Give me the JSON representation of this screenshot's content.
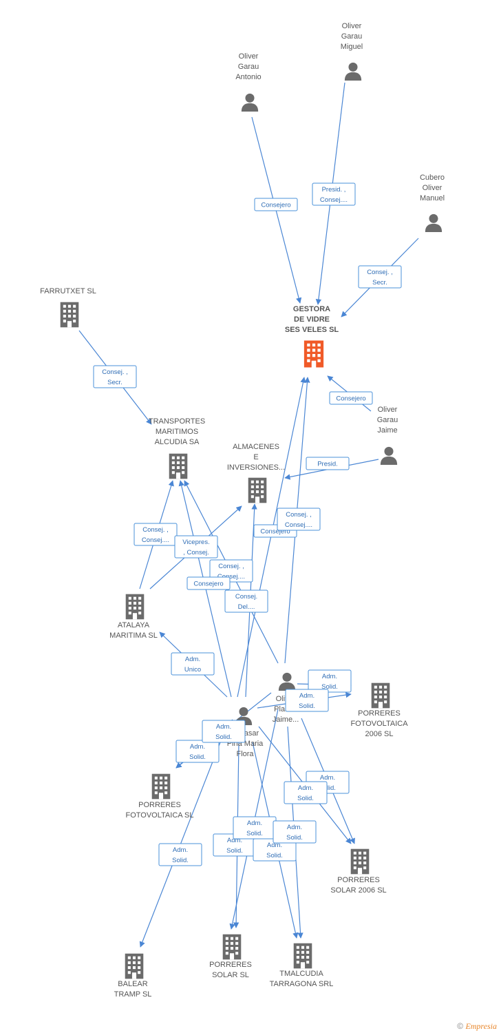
{
  "colors": {
    "edge": "#4a86d4",
    "node_gray": "#6b6b6b",
    "node_main": "#f05a28",
    "label": "#555555"
  },
  "nodes": [
    {
      "id": "gestora",
      "type": "company",
      "main": true,
      "lines": [
        "GESTORA",
        "DE VIDRE",
        "SES VELES SL"
      ]
    },
    {
      "id": "antonio",
      "type": "person",
      "lines": [
        "Oliver",
        "Garau",
        "Antonio"
      ]
    },
    {
      "id": "miguel",
      "type": "person",
      "lines": [
        "Oliver",
        "Garau",
        "Miguel"
      ]
    },
    {
      "id": "cubero",
      "type": "person",
      "lines": [
        "Cubero",
        "Oliver",
        "Manuel"
      ]
    },
    {
      "id": "jaime",
      "type": "person",
      "lines": [
        "Oliver",
        "Garau",
        "Jaime"
      ]
    },
    {
      "id": "farrutxet",
      "type": "company",
      "lines": [
        "FARRUTXET SL"
      ]
    },
    {
      "id": "transportes",
      "type": "company",
      "lines": [
        "TRANSPORTES",
        "MARITIMOS",
        "ALCUDIA SA"
      ]
    },
    {
      "id": "almacenes",
      "type": "company",
      "lines": [
        "ALMACENES",
        "E",
        "INVERSIONES..."
      ]
    },
    {
      "id": "atalaya",
      "type": "company",
      "lines": [
        "ATALAYA",
        "MARITIMA SL"
      ]
    },
    {
      "id": "planas",
      "type": "person",
      "lines": [
        "Oliver",
        "Planas",
        "Jaime..."
      ]
    },
    {
      "id": "baltasar",
      "type": "person",
      "lines": [
        "Baltasar",
        "Piña Maria",
        "Flora"
      ]
    },
    {
      "id": "pf2006",
      "type": "company",
      "lines": [
        "PORRERES",
        "FOTOVOLTAICA",
        "2006 SL"
      ]
    },
    {
      "id": "pf",
      "type": "company",
      "lines": [
        "PORRERES",
        "FOTOVOLTAICA SL"
      ]
    },
    {
      "id": "ps2006",
      "type": "company",
      "lines": [
        "PORRERES",
        "SOLAR 2006 SL"
      ]
    },
    {
      "id": "balear",
      "type": "company",
      "lines": [
        "BALEAR",
        "TRAMP SL"
      ]
    },
    {
      "id": "psolar",
      "type": "company",
      "lines": [
        "PORRERES",
        "SOLAR SL"
      ]
    },
    {
      "id": "tmalcudia",
      "type": "company",
      "lines": [
        "TMALCUDIA",
        "TARRAGONA SRL"
      ]
    }
  ],
  "edges": [
    {
      "from": "antonio",
      "to": "gestora",
      "label": [
        "Consejero"
      ]
    },
    {
      "from": "miguel",
      "to": "gestora",
      "label": [
        "Presid. ,",
        "Consej...."
      ]
    },
    {
      "from": "cubero",
      "to": "gestora",
      "label": [
        "Consej. ,",
        "Secr."
      ]
    },
    {
      "from": "jaime",
      "to": "gestora",
      "label": [
        "Consejero"
      ]
    },
    {
      "from": "jaime",
      "to": "almacenes",
      "label": [
        "Presid."
      ]
    },
    {
      "from": "farrutxet",
      "to": "transportes",
      "label": [
        "Consej. ,",
        "Secr."
      ]
    },
    {
      "from": "atalaya",
      "to": "transportes",
      "label": [
        "Consej. ,",
        "Consej...."
      ]
    },
    {
      "from": "atalaya",
      "to": "almacenes",
      "label": [
        "Vicepres.",
        ", Consej."
      ]
    },
    {
      "from": "baltasar",
      "to": "transportes",
      "label": [
        "Consej. ,",
        "Consej...."
      ]
    },
    {
      "from": "planas",
      "to": "transportes",
      "label": [
        "Consejero"
      ]
    },
    {
      "from": "baltasar",
      "to": "almacenes",
      "label": [
        "Consejero"
      ]
    },
    {
      "from": "planas",
      "to": "gestora",
      "label": [
        "Consej. ,",
        "Consej...."
      ]
    },
    {
      "from": "baltasar",
      "to": "gestora",
      "label": [
        "Consej.",
        "Del...."
      ]
    },
    {
      "from": "baltasar",
      "to": "atalaya",
      "label": [
        "Adm.",
        "Unico"
      ]
    },
    {
      "from": "planas",
      "to": "pf2006",
      "label": [
        "Adm.",
        "Solid."
      ]
    },
    {
      "from": "baltasar",
      "to": "pf2006",
      "label": [
        "Adm.",
        "Solid."
      ]
    },
    {
      "from": "planas",
      "to": "pf",
      "label": [
        "Adm.",
        "Solid."
      ]
    },
    {
      "from": "baltasar",
      "to": "pf",
      "label": [
        "Adm.",
        "Solid."
      ]
    },
    {
      "from": "planas",
      "to": "ps2006",
      "label": [
        "Adm.",
        "Solid."
      ]
    },
    {
      "from": "baltasar",
      "to": "ps2006",
      "label": [
        "Adm.",
        "Solid."
      ]
    },
    {
      "from": "baltasar",
      "to": "balear",
      "label": [
        "Adm.",
        "Solid."
      ]
    },
    {
      "from": "baltasar",
      "to": "psolar",
      "label": [
        "Adm.",
        "Solid."
      ]
    },
    {
      "from": "planas",
      "to": "psolar",
      "label": [
        "Adm.",
        "Solid."
      ]
    },
    {
      "from": "baltasar",
      "to": "tmalcudia",
      "label": [
        "Adm.",
        "Solid."
      ]
    },
    {
      "from": "planas",
      "to": "tmalcudia",
      "label": [
        "Adm.",
        "Solid."
      ]
    }
  ],
  "footer": {
    "copyright": "©",
    "brand": "Empresia"
  }
}
